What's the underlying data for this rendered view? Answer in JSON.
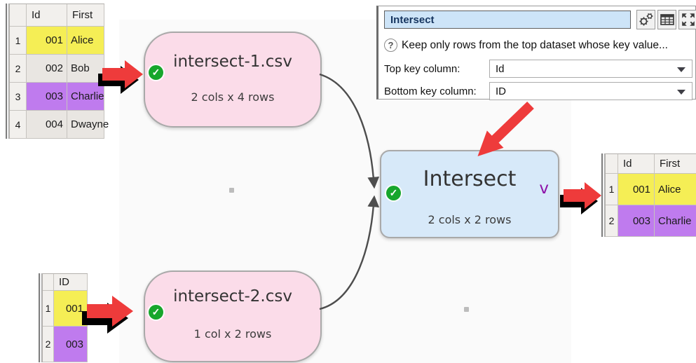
{
  "colors": {
    "accent_red": "#ee3b3b",
    "highlight_yellow": "#f5ee55",
    "highlight_purple": "#bf7bee",
    "node_pink": "#fbdce9",
    "node_blue": "#d7e9f9",
    "check_green": "#17a62c"
  },
  "panel": {
    "title_value": "Intersect",
    "help_text": "Keep only rows from the top dataset whose key value...",
    "fields": [
      {
        "label": "Top key column:",
        "value": "Id"
      },
      {
        "label": "Bottom key column:",
        "value": "ID"
      }
    ]
  },
  "flow": {
    "input1": {
      "title": "intersect-1.csv",
      "subtitle": "2 cols x 4 rows"
    },
    "input2": {
      "title": "intersect-2.csv",
      "subtitle": "1 col x 2 rows"
    },
    "transform": {
      "title": "Intersect",
      "subtitle": "2 cols x 2 rows",
      "chevron": "v"
    },
    "check_glyph": "✓"
  },
  "tables": {
    "source1": {
      "headers": [
        "Id",
        "First"
      ],
      "rows": [
        {
          "num": "1",
          "cells": [
            "001",
            "Alice"
          ],
          "hl": "yellow"
        },
        {
          "num": "2",
          "cells": [
            "002",
            "Bob"
          ],
          "hl": "none"
        },
        {
          "num": "3",
          "cells": [
            "003",
            "Charlie"
          ],
          "hl": "purple"
        },
        {
          "num": "4",
          "cells": [
            "004",
            "Dwayne"
          ],
          "hl": "none"
        }
      ]
    },
    "source2": {
      "headers": [
        "ID"
      ],
      "rows": [
        {
          "num": "1",
          "cells": [
            "001"
          ],
          "hl": "yellow"
        },
        {
          "num": "2",
          "cells": [
            "003"
          ],
          "hl": "purple"
        }
      ]
    },
    "result": {
      "headers": [
        "Id",
        "First"
      ],
      "rows": [
        {
          "num": "1",
          "cells": [
            "001",
            "Alice"
          ],
          "hl": "yellow"
        },
        {
          "num": "2",
          "cells": [
            "003",
            "Charlie"
          ],
          "hl": "purple"
        }
      ]
    }
  }
}
